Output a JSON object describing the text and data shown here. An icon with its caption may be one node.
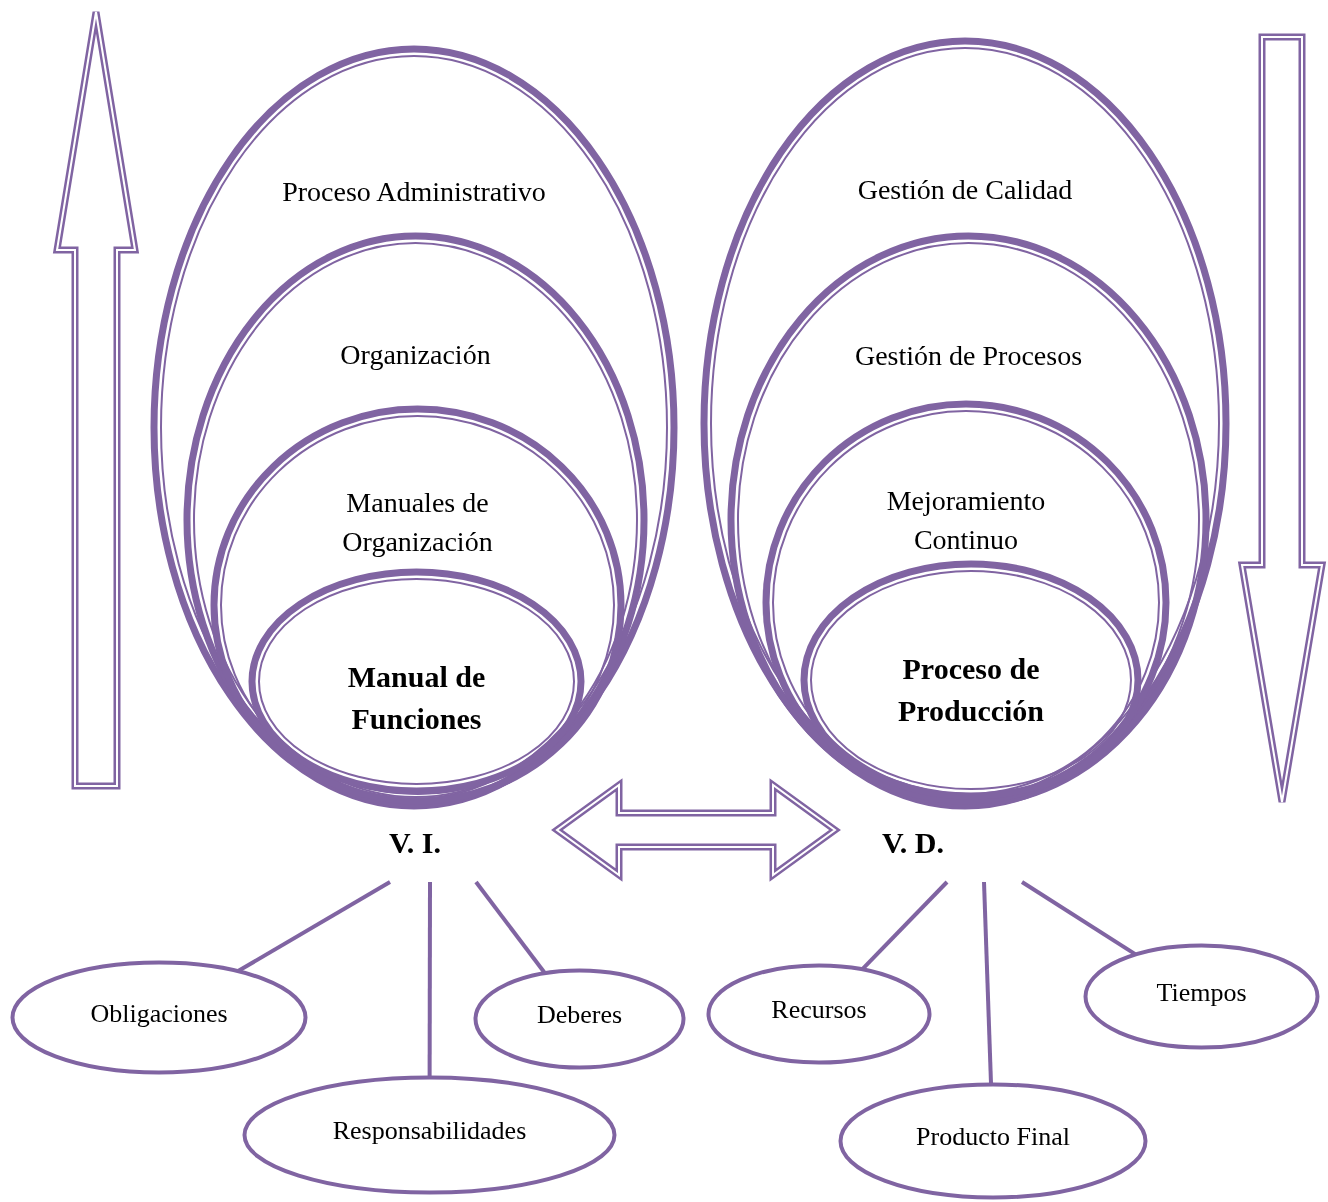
{
  "diagram": {
    "nodes": [
      {
        "text": [
          "Proceso Administrativo"
        ]
      },
      {
        "text": [
          "Organización"
        ],
        "in": 0
      },
      {
        "text": [
          "Manuales de Organización"
        ],
        "in": 1
      },
      {
        "text": [
          "Manual de Funciones"
        ],
        "in": 2
      },
      {
        "text": [
          "Gestión de Calidad"
        ]
      },
      {
        "text": [
          "Gestión de Procesos"
        ],
        "in": 4
      },
      {
        "text": [
          "Mejoramiento Continuo"
        ],
        "in": 5
      },
      {
        "text": [
          "Proceso de Producción"
        ],
        "in": 6
      },
      {
        "text": [
          "V. I."
        ]
      },
      {
        "text": [
          "V. D."
        ]
      },
      {
        "text": [
          "Obligaciones"
        ]
      },
      {
        "text": [
          "Responsabilidades"
        ]
      },
      {
        "text": [
          "Deberes"
        ]
      },
      {
        "text": [
          "Recursos"
        ]
      },
      {
        "text": [
          "Producto Final"
        ]
      },
      {
        "text": [
          "Tiempos"
        ]
      }
    ],
    "edges": [
      {
        "from": 8,
        "to": 9,
        "arrow": "both",
        "style": "thick"
      },
      {
        "from": 8,
        "to": 10,
        "arrow": "none"
      },
      {
        "from": 8,
        "to": 11,
        "arrow": "none"
      },
      {
        "from": 8,
        "to": 12,
        "arrow": "none"
      },
      {
        "from": 9,
        "to": 13,
        "arrow": "none"
      },
      {
        "from": 9,
        "to": 14,
        "arrow": "none"
      },
      {
        "from": 9,
        "to": 15,
        "arrow": "none"
      }
    ]
  }
}
